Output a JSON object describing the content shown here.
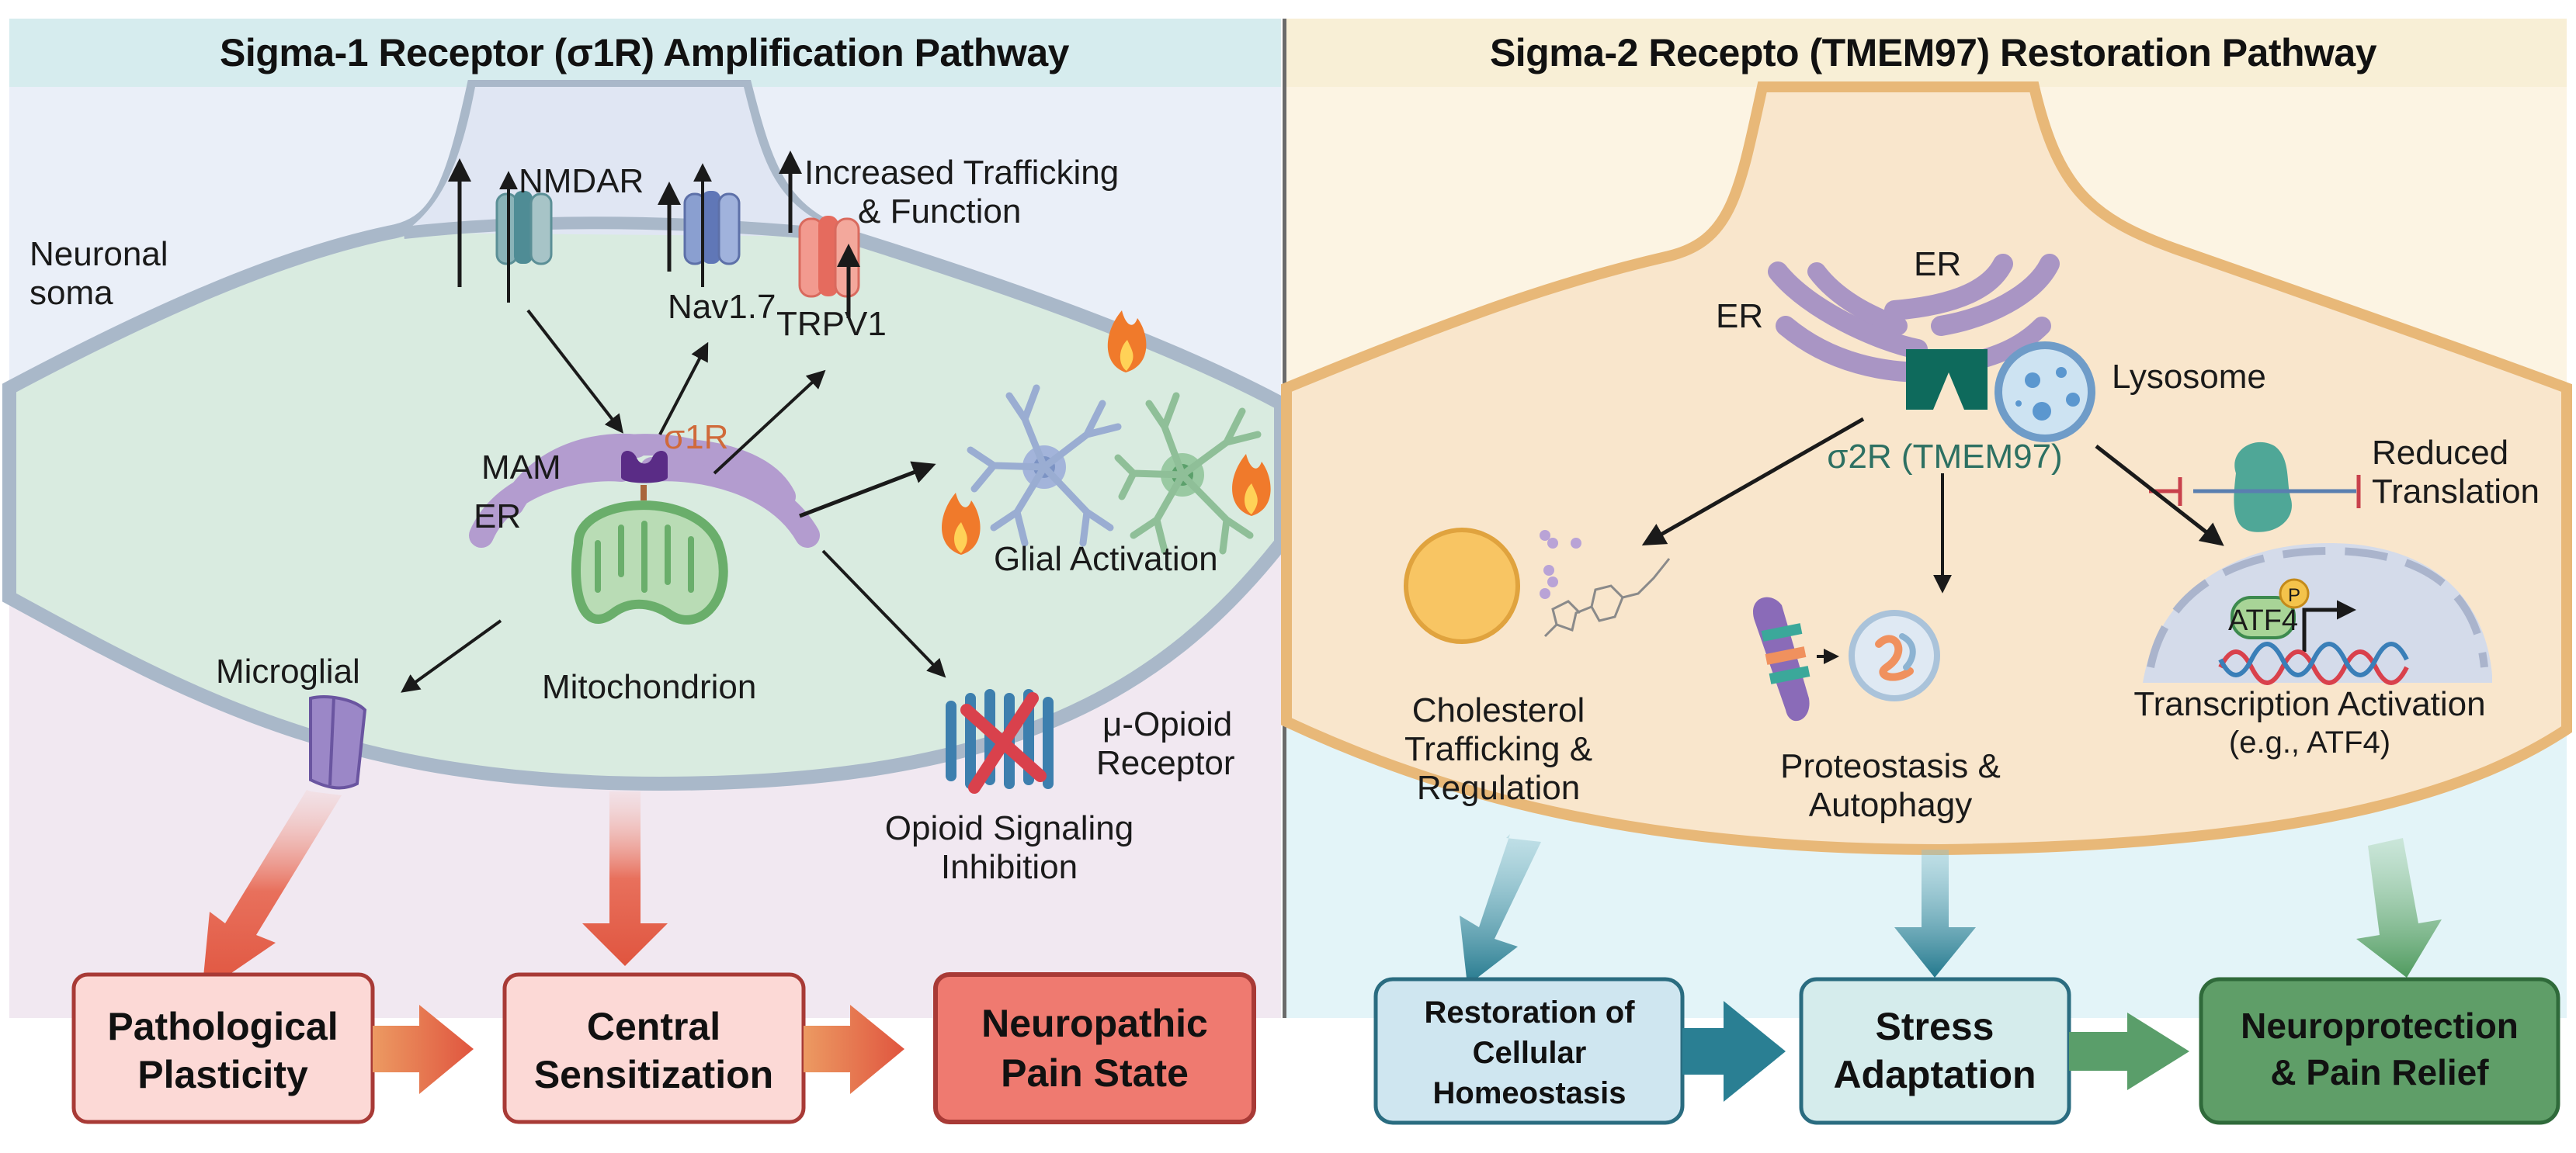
{
  "left_panel": {
    "title": "Sigma-1 Receptor (σ1R) Amplification Pathway",
    "labels": {
      "neuronal_soma_line1": "Neuronal",
      "neuronal_soma_line2": "soma",
      "nmdar": "NMDAR",
      "nav17": "Nav1.7",
      "trpv1": "TRPV1",
      "increased_line1": "Increased Trafficking",
      "increased_line2": "& Function",
      "sigma1r": "σ1R",
      "mam": "MAM",
      "er": "ER",
      "glial_activation": "Glial Activation",
      "microglial": "Microglial",
      "mitochondrion": "Mitochondrion",
      "mu_opioid_line1": "μ-Opioid",
      "mu_opioid_line2": "Receptor",
      "opioid_inhibition_line1": "Opioid Signaling",
      "opioid_inhibition_line2": "Inhibition"
    },
    "outcome_boxes": [
      {
        "line1": "Pathological",
        "line2": "Plasticity"
      },
      {
        "line1": "Central",
        "line2": "Sensitization"
      },
      {
        "line1": "Neuropathic",
        "line2": "Pain State"
      }
    ],
    "colors": {
      "header_bg": "#d6ecee",
      "upper_bg": "#eaeff8",
      "cytoplasm": "#d9ebe0",
      "lower_bg": "#f1e8f1",
      "membrane": "#a9b8c9",
      "box_light": "#fcd9d6",
      "box_dark": "#ef7a70",
      "box_border": "#a83a36",
      "arrow": "#e0553f"
    }
  },
  "right_panel": {
    "title": "Sigma-2 Recepto (TMEM97) Restoration Pathway",
    "labels": {
      "er_top": "ER",
      "er_left": "ER",
      "lysosome": "Lysosome",
      "sigma2r": "σ2R (TMEM97)",
      "reduced_line1": "Reduced",
      "reduced_line2": "Translation",
      "atf4": "ATF4",
      "phospho": "P",
      "cholesterol_line1": "Cholesterol",
      "cholesterol_line2": "Trafficking &",
      "cholesterol_line3": "Regulation",
      "proteostasis_line1": "Proteostasis &",
      "proteostasis_line2": "Autophagy",
      "transcription_line1": "Transcription Activation",
      "transcription_line2": "(e.g., ATF4)"
    },
    "outcome_boxes": [
      {
        "line1": "Restoration of",
        "line2": "Cellular",
        "line3": "Homeostasis"
      },
      {
        "line1": "Stress",
        "line2": "Adaptation"
      },
      {
        "line1": "Neuroprotection",
        "line2": "& Pain Relief"
      }
    ],
    "colors": {
      "header_bg": "#f8efd6",
      "upper_bg": "#fcf4e3",
      "cytoplasm": "#f9e6cc",
      "lower_bg": "#e3f4f8",
      "membrane": "#e8b878",
      "box_blue": "#cfe6f0",
      "box_teal": "#d5ecec",
      "box_green": "#5f9e68",
      "arrow_teal": "#2a7f93",
      "arrow_green": "#5a9e6a"
    }
  }
}
